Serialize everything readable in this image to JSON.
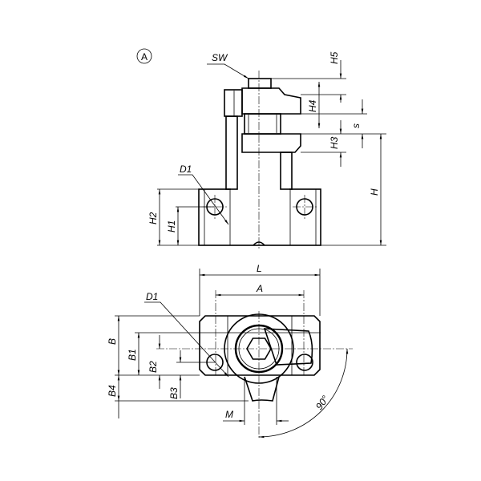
{
  "view_marker": "A",
  "labels": {
    "sw": "SW",
    "h5": "H5",
    "h4": "H4",
    "s": "s",
    "h3": "H3",
    "h": "H",
    "d1_top": "D1",
    "h2": "H2",
    "h1": "H1",
    "l": "L",
    "a": "A",
    "d1_bottom": "D1",
    "b": "B",
    "b1": "B1",
    "b2": "B2",
    "b3": "B3",
    "b4": "B4",
    "m": "M",
    "angle": "90°"
  }
}
